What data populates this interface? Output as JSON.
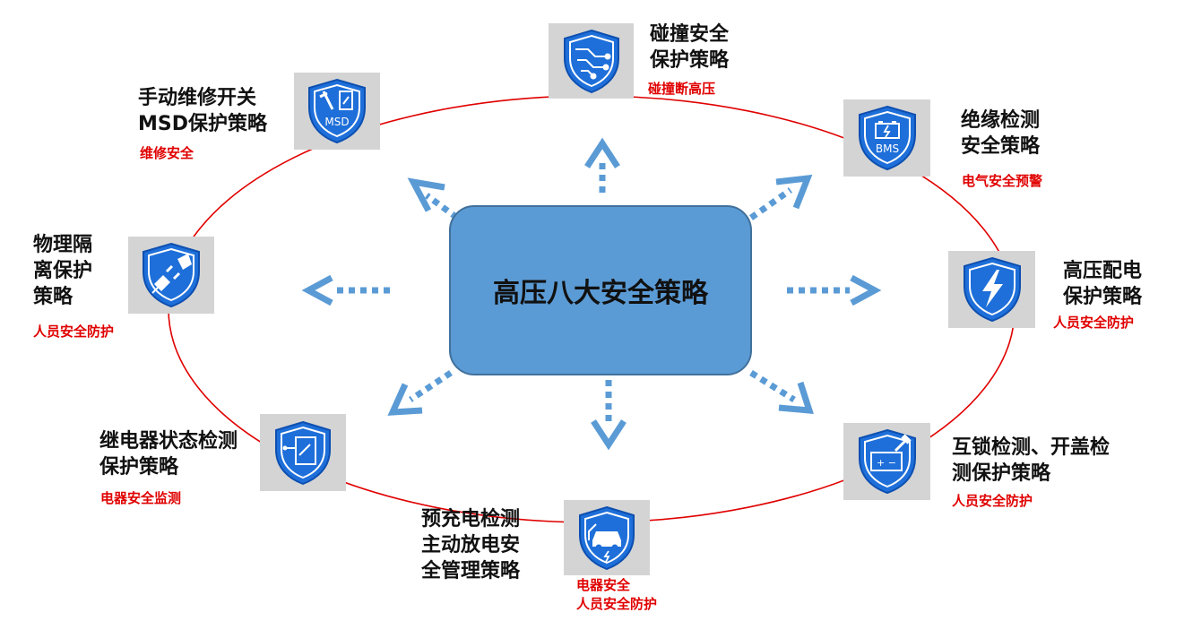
{
  "center": {
    "label": "高压八大安全策略"
  },
  "strategies": [
    {
      "title": "碰撞安全\n保护策略",
      "subtitle": "碰撞断高压",
      "icon": "circuit-shield-icon"
    },
    {
      "title": "绝缘检测\n安全策略",
      "subtitle": "电气安全预警",
      "icon": "bms-battery-shield-icon"
    },
    {
      "title": "高压配电\n保护策略",
      "subtitle": "人员安全防护",
      "icon": "lightning-shield-icon"
    },
    {
      "title": "互锁检测、开盖检\n测保护策略",
      "subtitle": "人员安全防护",
      "icon": "battery-hammer-shield-icon",
      "icon_text": "+ −"
    },
    {
      "title": "预充电检测\n主动放电安\n全管理策略",
      "subtitle": "电器安全\n人员安全防护",
      "icon": "car-charging-shield-icon"
    },
    {
      "title": "继电器状态检测\n保护策略",
      "subtitle": "电器安全监测",
      "icon": "relay-shield-icon"
    },
    {
      "title": "物理隔\n离保护\n策略",
      "subtitle": "人员安全防护",
      "icon": "plug-shield-icon"
    },
    {
      "title": "手动维修开关\nMSD保护策略",
      "subtitle": "维修安全",
      "icon": "msd-tools-shield-icon",
      "icon_text": "MSD"
    }
  ],
  "icon_labels": {
    "bms": "BMS",
    "msd": "MSD",
    "battery": "+ −"
  },
  "colors": {
    "ellipse": "#e00000",
    "arrow": "#5b9bd5",
    "center_fill": "#5b9bd5",
    "shield": "#1e6fd9",
    "subtitle": "#e00000"
  }
}
